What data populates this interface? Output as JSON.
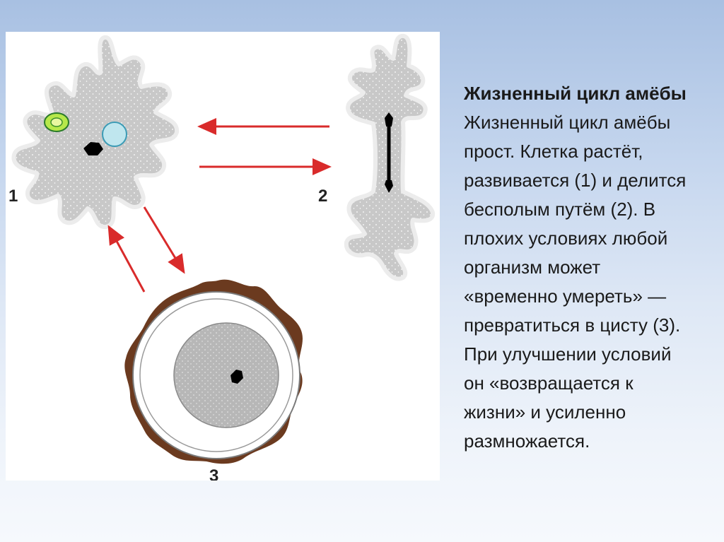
{
  "title": "Жизненный цикл амёбы",
  "body_lines": [
    "Жизненный цикл амёбы",
    "прост. Клетка растёт,",
    "развивается (1) и делится",
    "бесполым путём (2). В",
    "плохих условиях любой",
    "организм может",
    "«временно умереть» —",
    "превратиться в цисту (3).",
    "При улучшении условий",
    "он «возвращается к",
    "жизни» и усиленно",
    "размножается."
  ],
  "figure": {
    "labels": {
      "stage1": "1",
      "stage2": "2",
      "stage3": "3"
    },
    "colors": {
      "cytoplasm": "#c8c8c8",
      "outline": "#ececec",
      "arrow": "#d92b2b",
      "cyst_wall": "#6b3a1f",
      "nucleus": "#000000",
      "vacuole_green": "#b6e84a",
      "vacuole_blue": "#bfe6ee"
    }
  }
}
